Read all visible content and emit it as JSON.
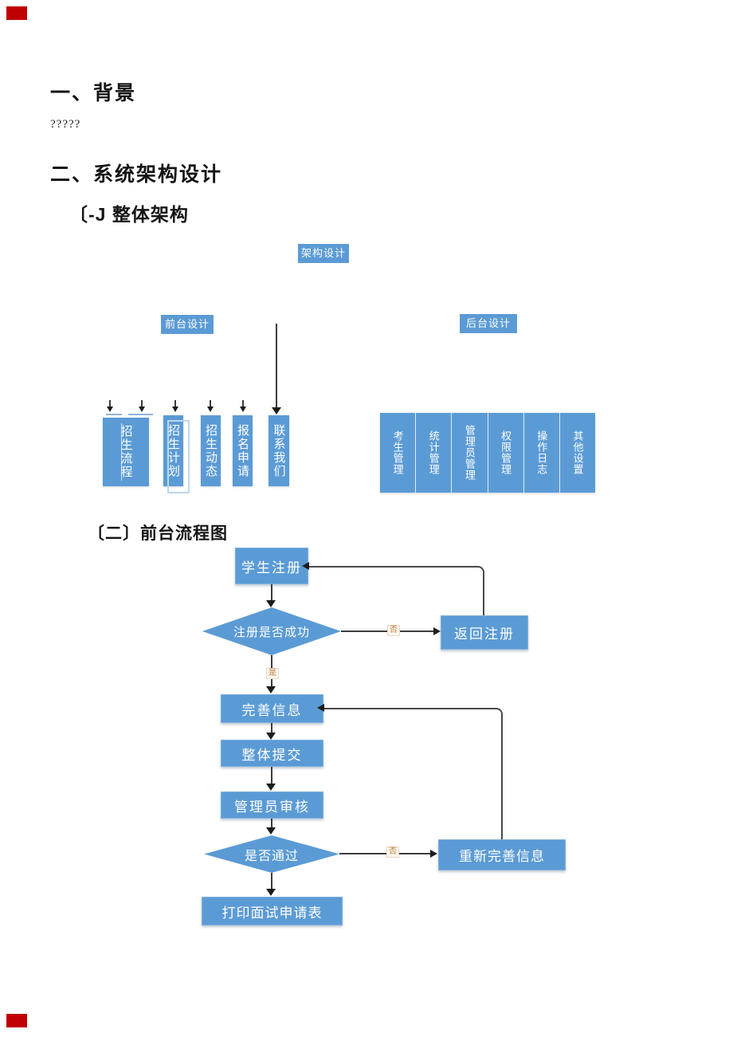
{
  "document": {
    "heading_1": "一、背景",
    "placeholder": "?????",
    "heading_2": "二、系统架构设计",
    "subheading_overall": "〔-J 整体架构",
    "subheading_flowchart": "〔二〕前台流程图"
  },
  "colors": {
    "node_blue": "#5b9bd5",
    "outline_blue": "#bdd7ee",
    "connector_dark": "#3c3c3c",
    "edge_label_orange": "#c07632",
    "corner_mark_red": "#c00000"
  },
  "architecture": {
    "root_label": "架构设计",
    "front_label": "前台设计",
    "back_label": "后台设计",
    "front_columns": [
      "招生流程",
      "招生计划",
      "招生动态",
      "报名申请",
      "联系我们"
    ],
    "back_columns": [
      "考生管理",
      "统计管理",
      "管理员管理",
      "权限管理",
      "操作日志",
      "其他设置"
    ]
  },
  "flowchart": {
    "student_register": "学生注册",
    "register_success_check": "注册是否成功",
    "return_register": "返回注册",
    "complete_info": "完善信息",
    "overall_submit": "整体提交",
    "admin_review": "管理员审核",
    "pass_check": "是否通过",
    "redo_complete_info": "重新完善信息",
    "print_interview_form": "打印面试申请表",
    "label_yes": "是",
    "label_no": "否"
  }
}
